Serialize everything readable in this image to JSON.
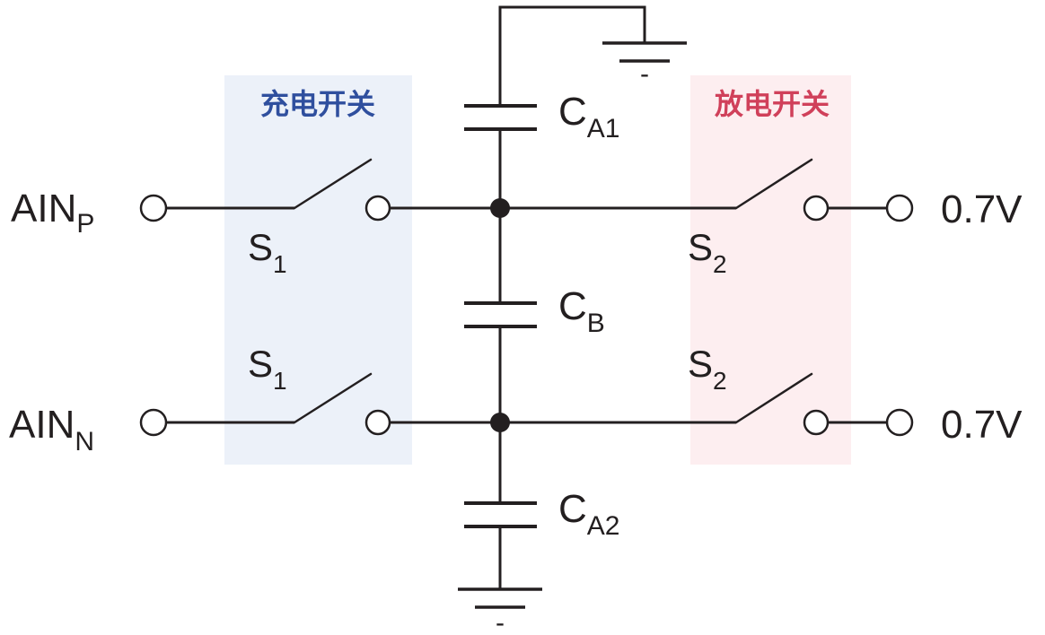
{
  "colors": {
    "charge_box": "#ecf1f9",
    "discharge_box": "#fdeef0",
    "charge_title": "#2f4f9e",
    "discharge_title": "#d0405a",
    "ink": "#231f20",
    "switch_label": "#555555"
  },
  "charge_switch": {
    "title": "充电开关"
  },
  "discharge_switch": {
    "title": "放电开关"
  },
  "inputs": {
    "p": {
      "main": "AIN",
      "sub": "P"
    },
    "n": {
      "main": "AIN",
      "sub": "N"
    }
  },
  "outputs": {
    "top": "0.7V",
    "bottom": "0.7V"
  },
  "switches": {
    "s1_top": {
      "main": "S",
      "sub": "1"
    },
    "s1_bottom": {
      "main": "S",
      "sub": "1"
    },
    "s2_top": {
      "main": "S",
      "sub": "2"
    },
    "s2_bottom": {
      "main": "S",
      "sub": "2"
    }
  },
  "capacitors": {
    "ca1": {
      "main": "C",
      "sub": "A1"
    },
    "cb": {
      "main": "C",
      "sub": "B"
    },
    "ca2": {
      "main": "C",
      "sub": "A2"
    }
  },
  "ground_marks": {
    "top": "-",
    "bottom": "-"
  }
}
